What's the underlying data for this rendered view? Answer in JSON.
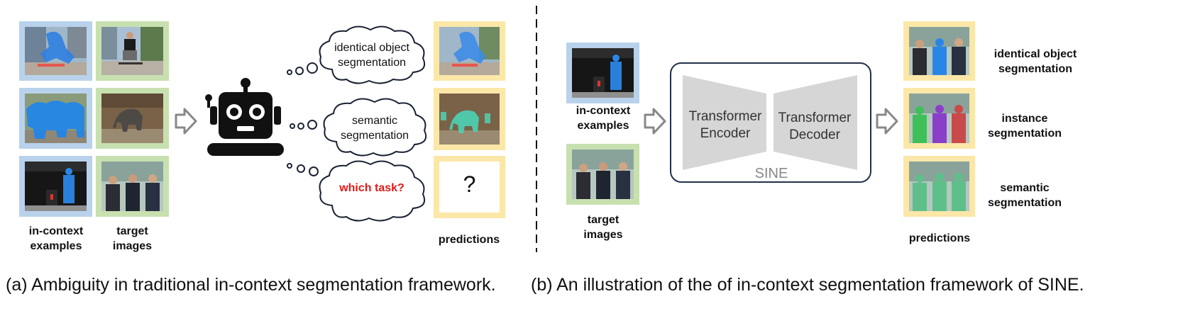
{
  "left_panel": {
    "columns": {
      "in_context": "in-context\nexamples",
      "target": "target\nimages"
    },
    "thoughts": [
      {
        "text": "identical object\nsegmentation",
        "highlight": false
      },
      {
        "text": "semantic\nsegmentation",
        "highlight": false
      },
      {
        "text": "which task?",
        "highlight": true
      }
    ],
    "unknown_mark": "?",
    "predictions_label": "predictions",
    "caption": "(a) Ambiguity in traditional in-context segmentation framework."
  },
  "right_panel": {
    "in_context_label": "in-context\nexamples",
    "target_label": "target\nimages",
    "encoder_label": "Transformer\nEncoder",
    "decoder_label": "Transformer\nDecoder",
    "model_name": "SINE",
    "predictions_label": "predictions",
    "task_labels": [
      "identical object\nsegmentation",
      "instance\nsegmentation",
      "semantic\nsegmentation"
    ],
    "caption": "(b) An illustration of the of in-context segmentation framework of SINE."
  },
  "colors": {
    "example_border": "#b9d2ec",
    "target_border": "#c8e0b0",
    "prediction_border": "#fbe7a8",
    "highlight_text": "#e11a1a"
  }
}
